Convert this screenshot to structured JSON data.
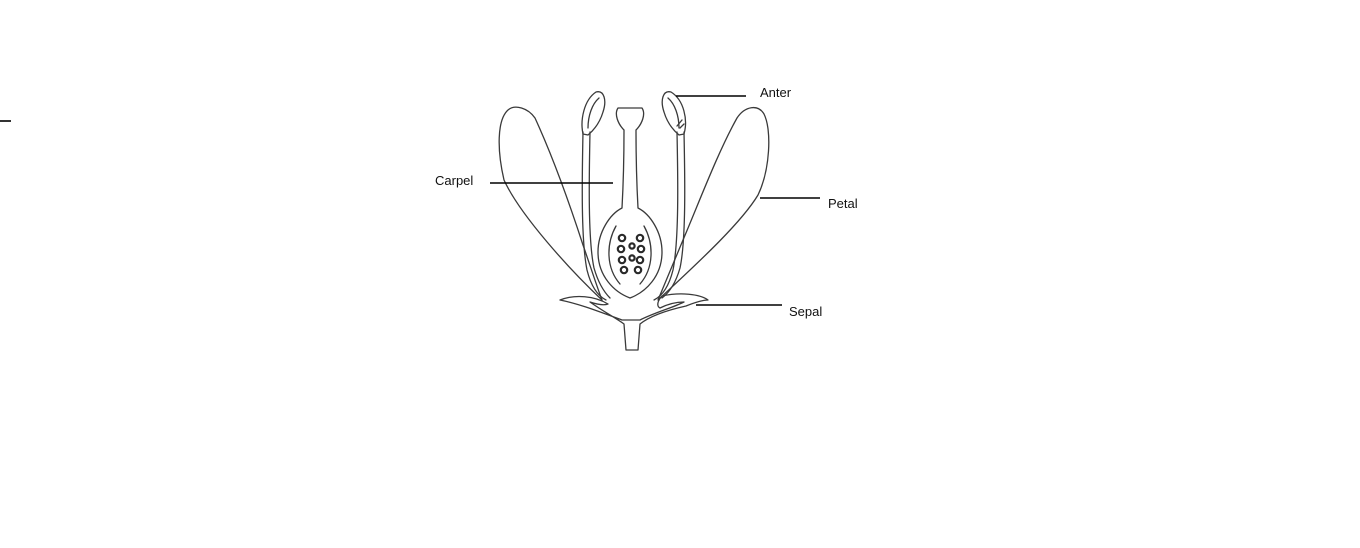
{
  "colors": {
    "line": "#3a3a3a",
    "leader": "#000000",
    "label_text": "#111111",
    "background": "#ffffff"
  },
  "labels": {
    "anter": "Anter",
    "carpel": "Carpel",
    "petal": "Petal",
    "sepal": "Sepal"
  }
}
